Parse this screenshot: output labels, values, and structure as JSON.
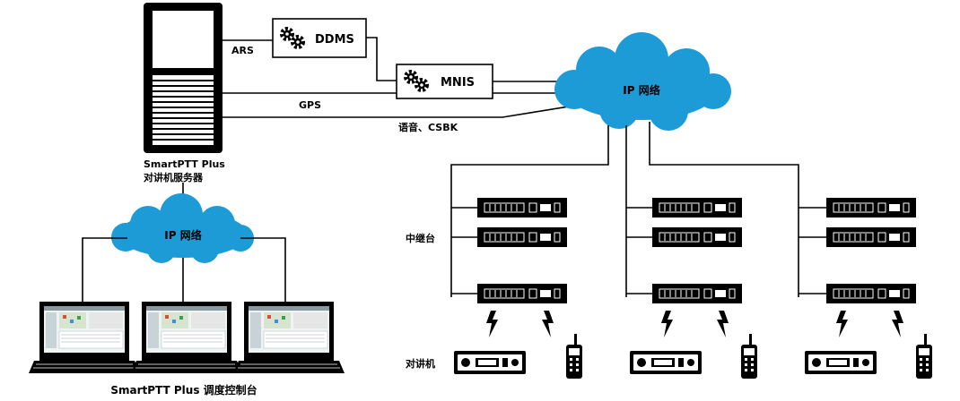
{
  "colors": {
    "cloud": "#1d9bd7",
    "line": "#000000",
    "device": "#000000",
    "screen_bg": "#eef3f3"
  },
  "labels": {
    "ars": "ARS",
    "ddms": "DDMS",
    "mnis": "MNIS",
    "gps": "GPS",
    "voice_csbk": "语音、CSBK",
    "ip_network_main": "IP 网络",
    "ip_network_local": "IP 网络",
    "server_name": "SmartPTT Plus",
    "server_desc": "对讲机服务器",
    "repeater": "中继台",
    "radio": "对讲机",
    "consoles": "SmartPTT Plus 调度控制台"
  },
  "icons": {
    "ddms_icon": "gears-icon",
    "mnis_icon": "gears-icon",
    "lightning": "lightning-bolt-icon",
    "handheld": "handheld-radio-icon",
    "mobile": "mobile-radio-icon"
  }
}
